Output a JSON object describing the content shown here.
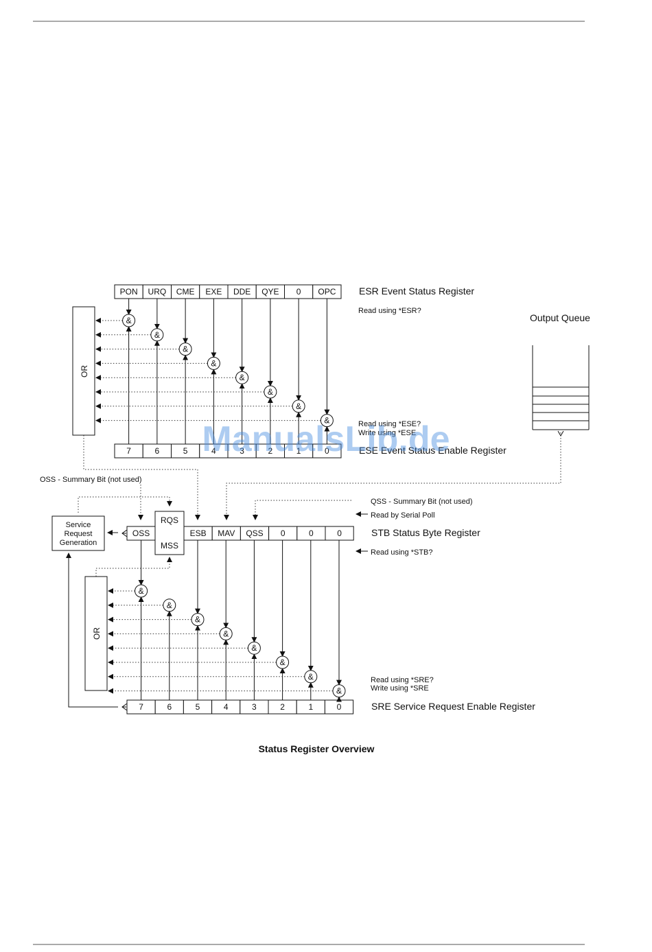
{
  "esr": {
    "bits": [
      "PON",
      "URQ",
      "CME",
      "EXE",
      "DDE",
      "QYE",
      "0",
      "OPC"
    ],
    "title": "ESR  Event  Status Register",
    "read": "Read using *ESR?"
  },
  "ese": {
    "bits": [
      "7",
      "6",
      "5",
      "4",
      "3",
      "2",
      "1",
      "0"
    ],
    "title": "ESE  Event Status Enable Register",
    "read": "Read using *ESE?",
    "write": "Write using *ESE"
  },
  "stb": {
    "bits": [
      "OSS",
      "ESB",
      "MAV",
      "QSS",
      "0",
      "0",
      "0"
    ],
    "rqs": "RQS",
    "mss": "MSS",
    "title": "STB  Status Byte Register",
    "read_serial": "Read by Serial Poll",
    "read": "Read using *STB?",
    "qss_note": "QSS - Summary Bit (not used)"
  },
  "sre": {
    "bits": [
      "7",
      "6",
      "5",
      "4",
      "3",
      "2",
      "1",
      "0"
    ],
    "title": "SRE  Service Request Enable Register",
    "read": "Read using *SRE?",
    "write": "Write using *SRE"
  },
  "oss_note": "OSS - Summary Bit (not used)",
  "srq_gen": [
    "Service",
    "Request",
    "Generation"
  ],
  "or_label": "OR",
  "and_symbol": "&",
  "output_queue": "Output Queue",
  "caption": "Status Register Overview",
  "watermark": "ManualsLib.de",
  "colors": {
    "watermark": "#4a8fe0",
    "line": "#111111"
  }
}
